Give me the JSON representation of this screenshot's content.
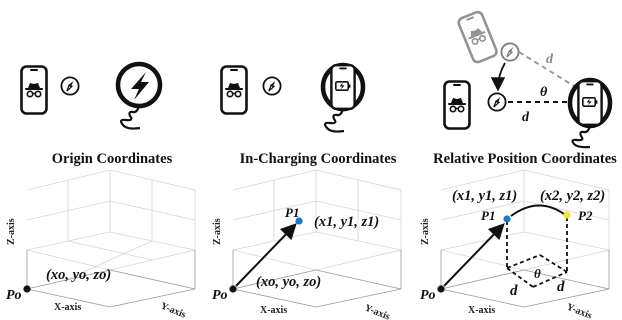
{
  "panels": [
    {
      "caption": "Origin Coordinates",
      "axes": {
        "x": "X-axis",
        "y": "Y-axis",
        "z": "Z-axis"
      },
      "origin_label": "Po",
      "coord_label": "(xo, yo, zo)"
    },
    {
      "caption": "In-Charging Coordinates",
      "axes": {
        "x": "X-axis",
        "y": "Y-axis",
        "z": "Z-axis"
      },
      "origin_label": "Po",
      "origin_coord_label": "(xo, yo, zo)",
      "point_label": "P1",
      "point_coord_label": "(x1, y1, z1)",
      "point_color": "#1f77c4"
    },
    {
      "caption": "Relative Position Coordinates",
      "axes": {
        "x": "X-axis",
        "y": "Y-axis",
        "z": "Z-axis"
      },
      "origin_label": "Po",
      "p1_label": "P1",
      "p1_coord_label": "(x1, y1, z1)",
      "p1_color": "#1f77c4",
      "p2_label": "P2",
      "p2_coord_label": "(x2, y2, z2)",
      "p2_color": "#f2e33a",
      "distance_label": "d",
      "angle_label": "θ"
    }
  ],
  "icons": {
    "phone": "smartphone-icon",
    "spy": "incognito-spy-icon",
    "compass": "compass-icon",
    "charger": "wireless-charger-icon",
    "bolt": "lightning-bolt-icon",
    "battery": "battery-charging-icon"
  }
}
